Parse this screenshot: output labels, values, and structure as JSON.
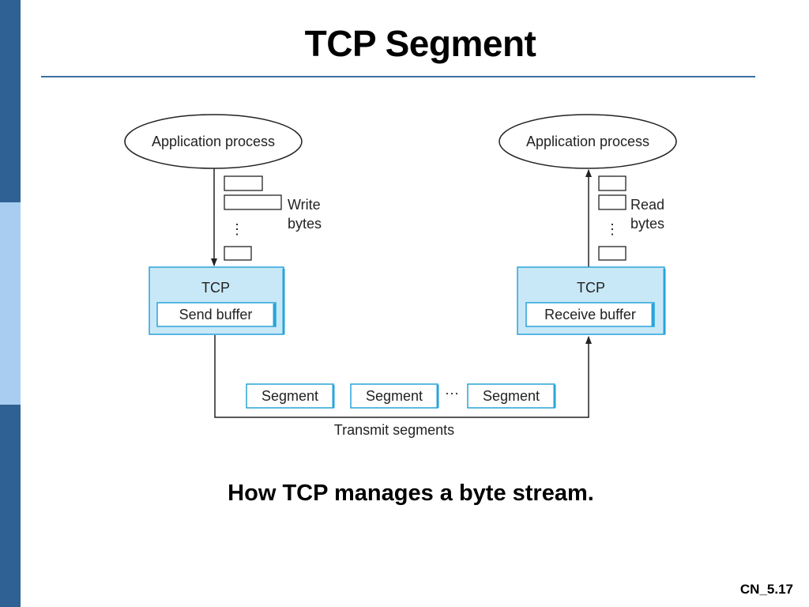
{
  "slide": {
    "title": "TCP Segment",
    "caption": "How TCP manages a byte stream.",
    "number": "CN_5.17"
  },
  "colors": {
    "sidebar": "#2f6194",
    "sidebar_band": "#a9cdf1",
    "box_fill": "#c9e8f7",
    "box_border": "#29a4db"
  },
  "diagram": {
    "sender": {
      "process_label": "Application process",
      "action_label_1": "Write",
      "action_label_2": "bytes",
      "tcp_label": "TCP",
      "buffer_label": "Send buffer"
    },
    "receiver": {
      "process_label": "Application process",
      "action_label_1": "Read",
      "action_label_2": "bytes",
      "tcp_label": "TCP",
      "buffer_label": "Receive buffer"
    },
    "segments": [
      "Segment",
      "Segment",
      "Segment"
    ],
    "ellipsis": "···",
    "vertical_ellipsis": "⋮",
    "transmit_label": "Transmit segments"
  }
}
